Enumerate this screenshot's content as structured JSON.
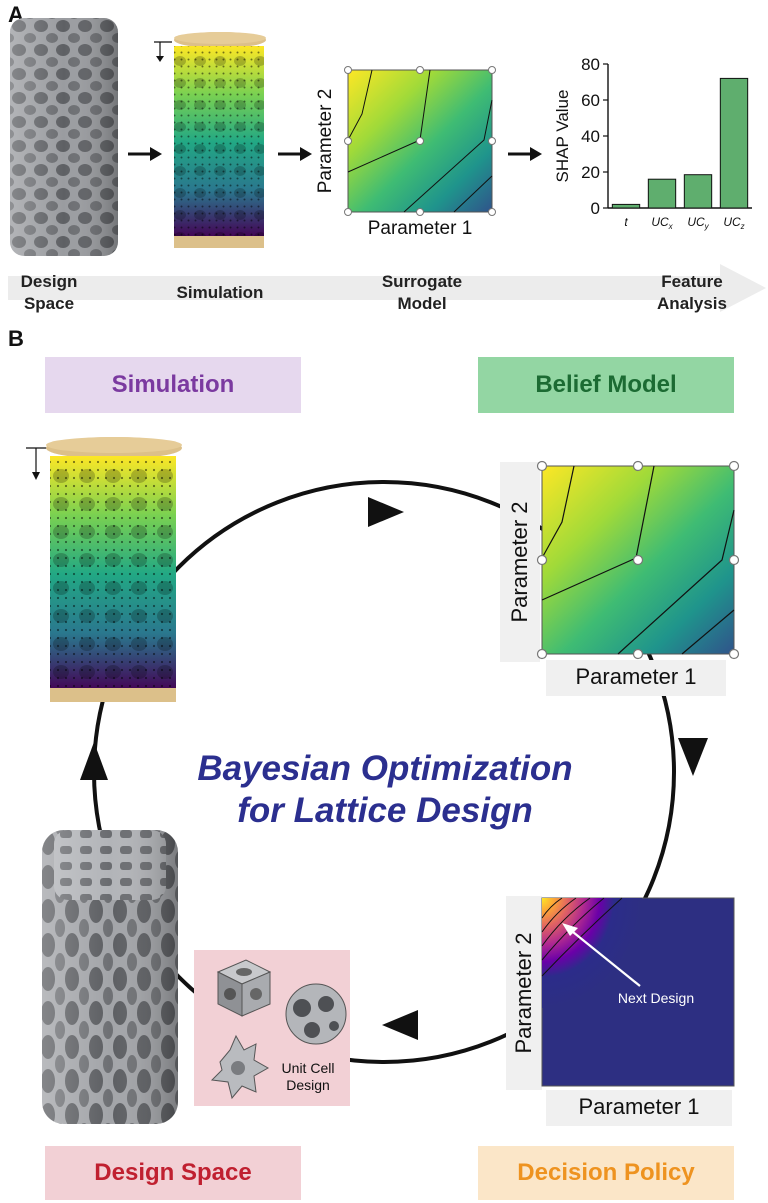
{
  "panel_a": {
    "letter": "A",
    "steps": [
      {
        "line1": "Design",
        "line2": "Space"
      },
      {
        "line1": "Simulation",
        "line2": ""
      },
      {
        "line1": "Surrogate",
        "line2": "Model"
      },
      {
        "line1": "Feature",
        "line2": "Analysis"
      }
    ],
    "surrogate": {
      "xlabel": "Parameter 1",
      "ylabel": "Parameter 2"
    }
  },
  "panel_b": {
    "letter": "B",
    "title_line1": "Bayesian Optimization",
    "title_line2": "for Lattice Design",
    "tags": {
      "simulation": "Simulation",
      "belief_model": "Belief Model",
      "design_space": "Design Space",
      "decision_policy": "Decision Policy"
    },
    "belief": {
      "xlabel": "Parameter 1",
      "ylabel": "Parameter 2"
    },
    "policy": {
      "xlabel": "Parameter 1",
      "ylabel": "Parameter 2",
      "annotation": "Next Design"
    },
    "unit_cell": {
      "line1": "Unit Cell",
      "line2": "Design"
    }
  },
  "colors": {
    "simulation_tag_bg": "#e6d8ee",
    "simulation_tag_text": "#7b3aa0",
    "belief_tag_bg": "#93d6a3",
    "belief_tag_text": "#1c6b33",
    "design_tag_bg": "#f2d0d5",
    "design_tag_text": "#c02030",
    "policy_tag_bg": "#fbe6c8",
    "policy_tag_text": "#ee9320",
    "bar_fill": "#5fae6e",
    "title": "#2b2f8f",
    "viridis_yellow": "#fde725",
    "viridis_purple": "#440154"
  },
  "chart_data": {
    "type": "bar",
    "categories": [
      "t",
      "UCx",
      "UCy",
      "UCz"
    ],
    "values": [
      2,
      16,
      18.5,
      72
    ],
    "ylabel": "SHAP Value",
    "ylim": [
      0,
      80
    ],
    "yticks": [
      0,
      20,
      40,
      60,
      80
    ]
  }
}
